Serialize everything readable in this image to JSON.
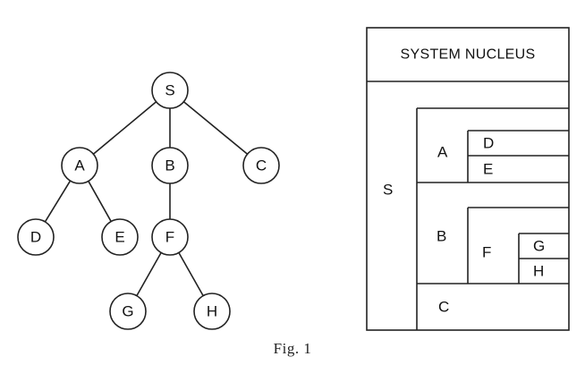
{
  "tree": {
    "nodes": [
      {
        "id": "S",
        "label": "S"
      },
      {
        "id": "A",
        "label": "A"
      },
      {
        "id": "B",
        "label": "B"
      },
      {
        "id": "C",
        "label": "C"
      },
      {
        "id": "D",
        "label": "D"
      },
      {
        "id": "E",
        "label": "E"
      },
      {
        "id": "F",
        "label": "F"
      },
      {
        "id": "G",
        "label": "G"
      },
      {
        "id": "H",
        "label": "H"
      }
    ],
    "edges": [
      [
        "S",
        "A"
      ],
      [
        "S",
        "B"
      ],
      [
        "S",
        "C"
      ],
      [
        "A",
        "D"
      ],
      [
        "A",
        "E"
      ],
      [
        "B",
        "F"
      ],
      [
        "F",
        "G"
      ],
      [
        "F",
        "H"
      ]
    ]
  },
  "nesting": {
    "nucleus_label": "SYSTEM NUCLEUS",
    "labels": {
      "S": "S",
      "A": "A",
      "D": "D",
      "E": "E",
      "B": "B",
      "F": "F",
      "G": "G",
      "H": "H",
      "C": "C"
    }
  },
  "caption": "Fig. 1"
}
